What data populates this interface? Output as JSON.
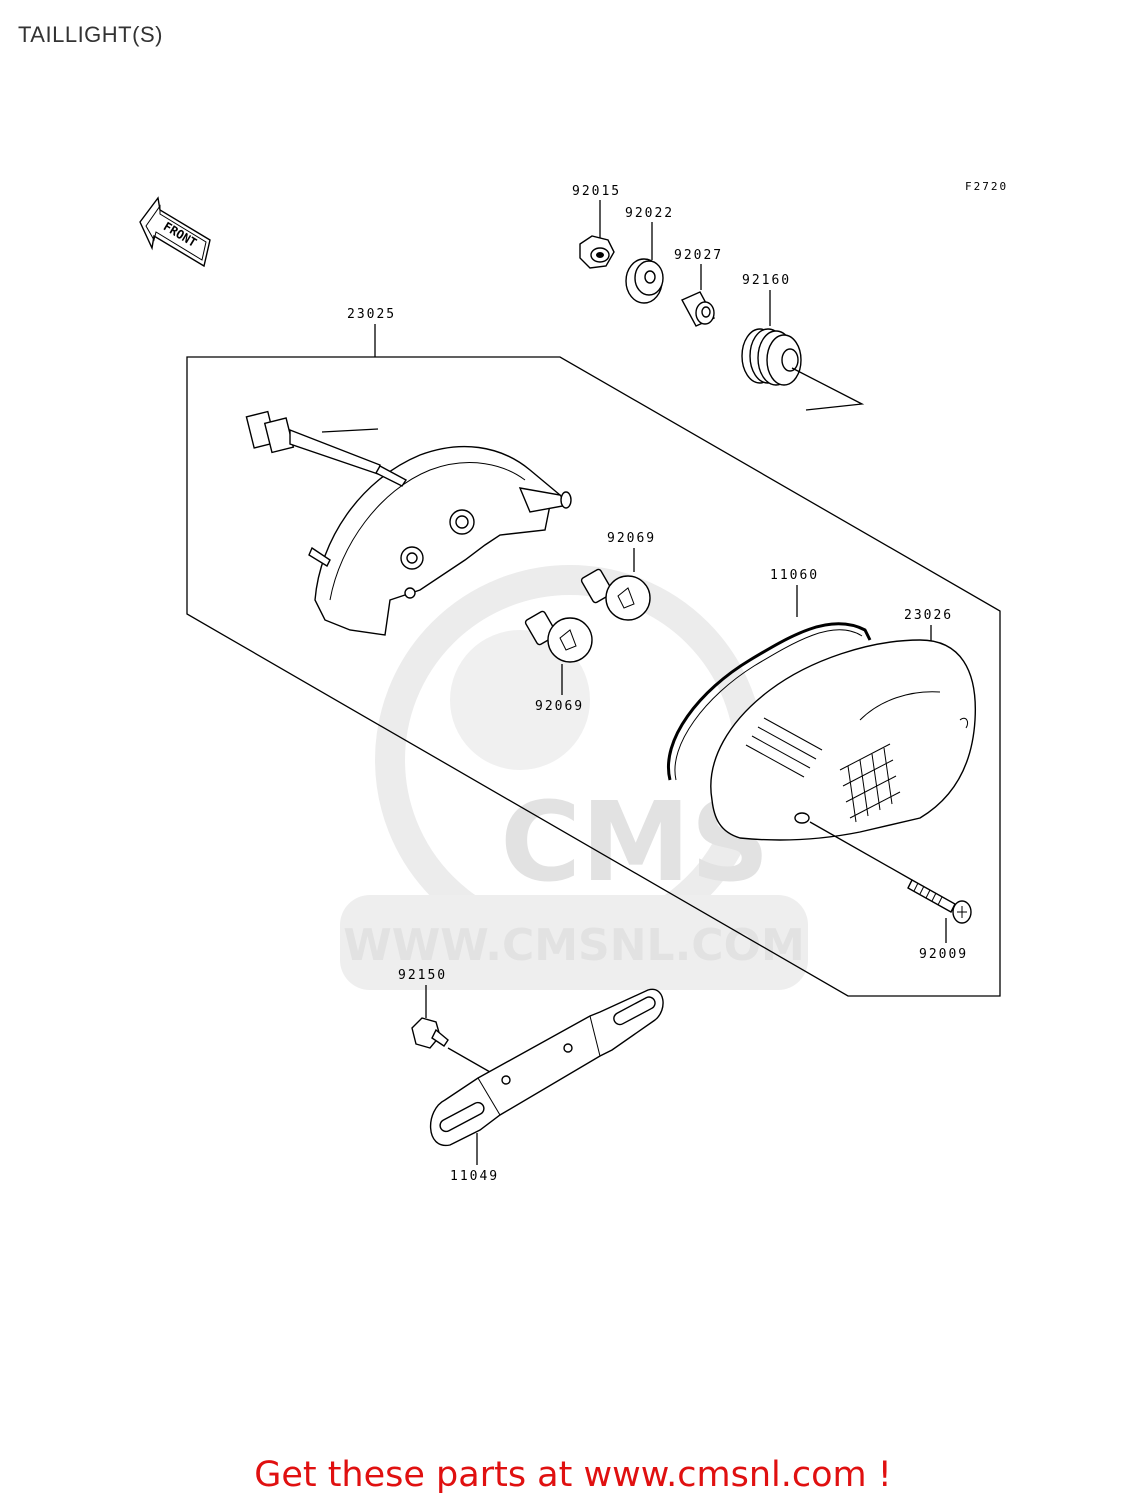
{
  "title": "TAILLIGHT(S)",
  "figure_code": "F2720",
  "front_arrow_label": "FRONT",
  "watermark": {
    "brand": "CMS",
    "url": "WWW.CMSNL.COM",
    "color": "#e2e2e2"
  },
  "parts": {
    "p92015": "92015",
    "p92022": "92022",
    "p92027": "92027",
    "p92160": "92160",
    "p23025": "23025",
    "p92069_upper": "92069",
    "p92069_lower": "92069",
    "p11060": "11060",
    "p23026": "23026",
    "p92009": "92009",
    "p92150": "92150",
    "p11049": "11049"
  },
  "cta": {
    "text": "Get these parts at www.cmsnl.com !",
    "color": "#e01010"
  }
}
